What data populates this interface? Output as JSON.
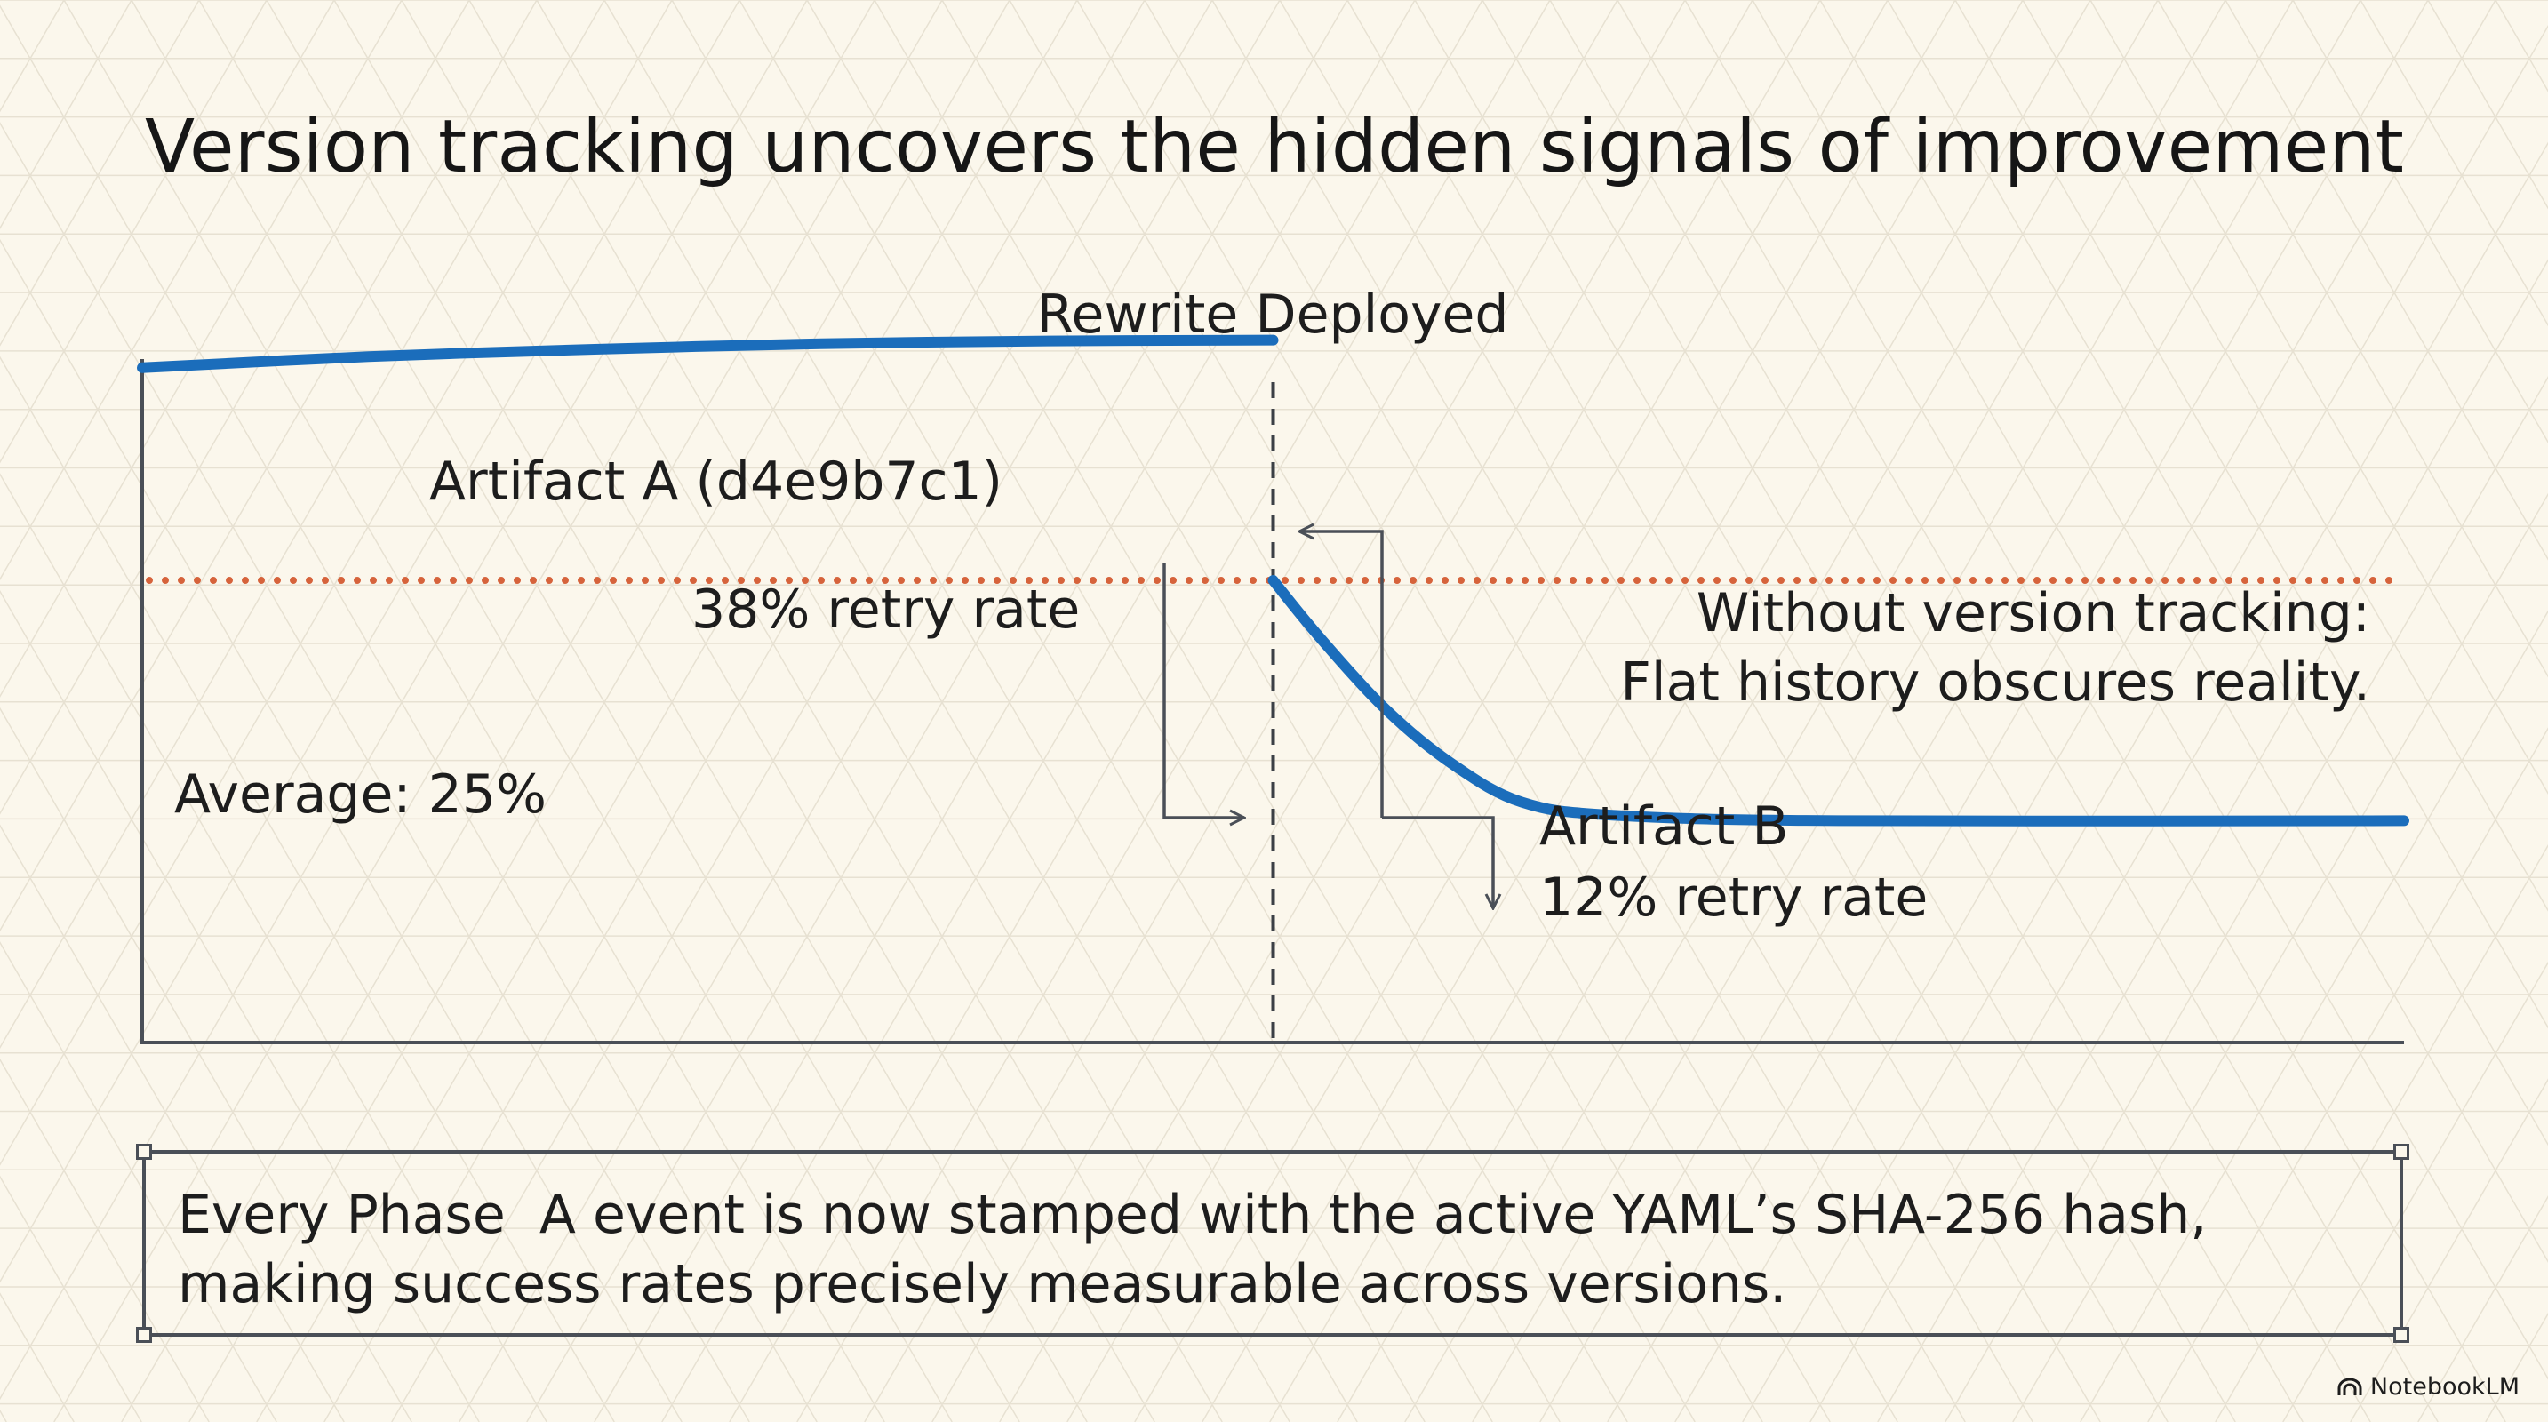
{
  "slide": {
    "title": "Version tracking uncovers the hidden signals of improvement",
    "caption": "Every Phase  A event is now stamped with the active YAML’s SHA-256 hash,\nmaking success rates precisely measurable across versions."
  },
  "brand": {
    "name": "NotebookLM",
    "icon": "notebooklm-logo-icon"
  },
  "colors": {
    "series": "#1b6dbb",
    "average": "#d6633b",
    "axis": "#4a4f57",
    "background": "#fbf7ec"
  },
  "chart_data": {
    "type": "line",
    "title": "",
    "xlabel": "",
    "ylabel": "",
    "grid": false,
    "ylim": [
      0,
      50
    ],
    "series": [
      {
        "name": "Artifact A (d4e9b7c1)",
        "segment": "before",
        "points": [
          [
            0,
            36.5
          ],
          [
            0.1,
            37.1
          ],
          [
            0.2,
            37.5
          ],
          [
            0.3,
            37.8
          ],
          [
            0.4,
            37.95
          ],
          [
            0.5,
            38
          ]
        ],
        "label": "38% retry rate"
      },
      {
        "name": "Artifact B",
        "segment": "after",
        "points": [
          [
            0.5,
            25
          ],
          [
            0.52,
            22
          ],
          [
            0.55,
            18
          ],
          [
            0.58,
            15
          ],
          [
            0.61,
            13
          ],
          [
            0.65,
            12.3
          ],
          [
            0.75,
            12
          ],
          [
            1.0,
            12
          ]
        ],
        "label": "12% retry rate"
      }
    ],
    "reference_lines": [
      {
        "type": "horizontal",
        "value": 25,
        "label": "Average: 25%"
      },
      {
        "type": "vertical",
        "x": 0.5,
        "label": "Rewrite Deployed"
      }
    ],
    "annotations": [
      {
        "text": "Without version tracking:"
      },
      {
        "text": "Flat history obscures reality."
      }
    ]
  }
}
